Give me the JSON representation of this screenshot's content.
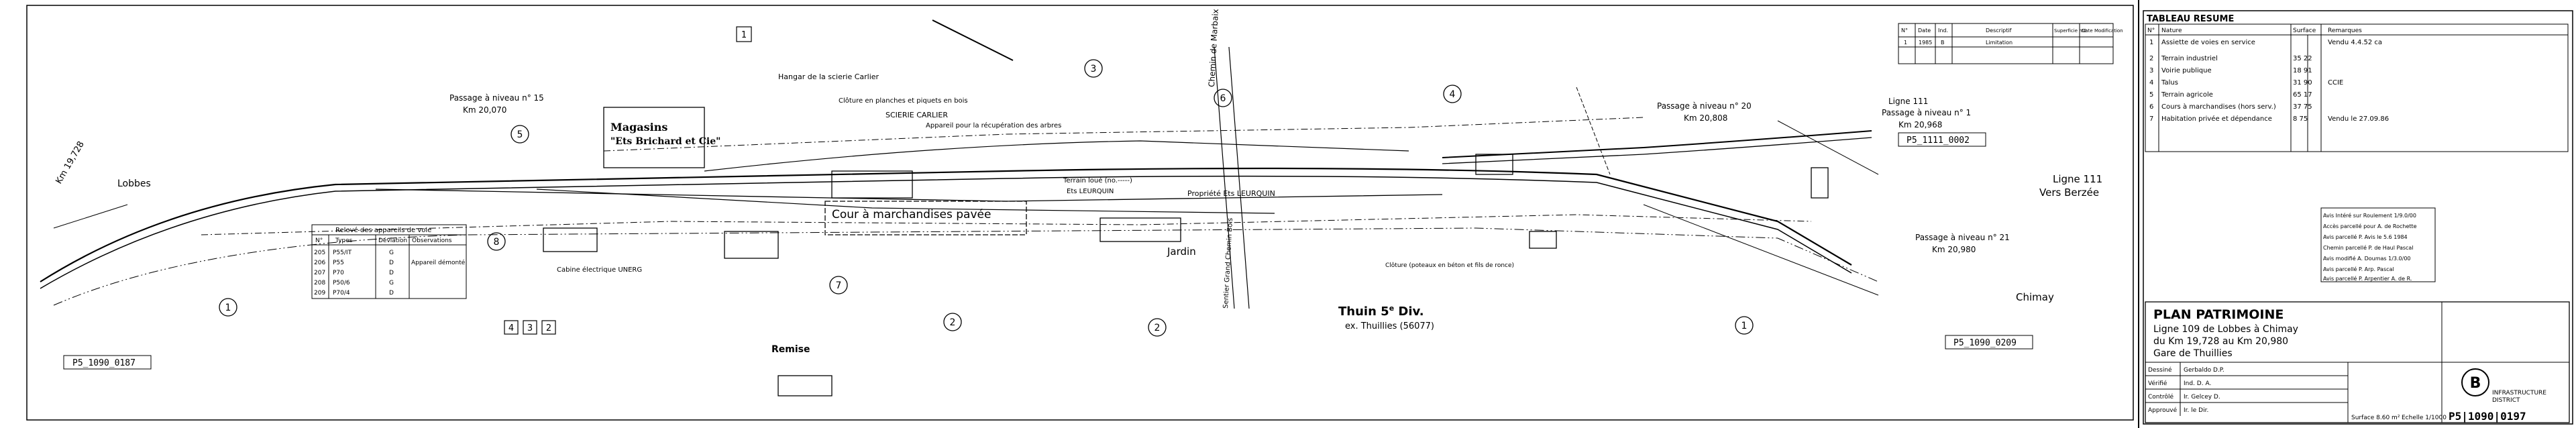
{
  "plan": {
    "left_ref": "P5_1090_0187",
    "right_ref_bottom": "P5_1090_0209",
    "right_ref_top": "P5_1111_0002",
    "km_label": "Km 19,728",
    "lobbes": "Lobbes",
    "ligne_right": "Ligne 111",
    "vers_berzee": "Vers Berzée",
    "chimay": "Chimay",
    "thuin": "Thuin 5",
    "thuin_sup": "e",
    "thuin_div": " Div.",
    "ex_thuillies": "ex. Thuillies (56077)",
    "magasins_1": "Magasins",
    "magasins_2": "\"Ets Brichard et Cie\"",
    "cour": "Cour à marchandises pavée",
    "jardin": "Jardin",
    "scierie": "SCIERIE CARLIER",
    "hangar_scierie": "Hangar de la scierie Carlier",
    "pn15": "Passage à niveau n° 15",
    "pn15_km": "Km 20,070",
    "pn20": "Passage à niveau n° 20",
    "pn20_km": "Km 20,808",
    "pn1": "Passage à niveau n° 1",
    "pn1_ligne": "Ligne 111",
    "pn1_km": "Km 20,968",
    "pn21": "Passage à niveau n° 21",
    "pn21_km": "Km 20,980",
    "cloture_bois": "Clôture en planches et piquets en bois",
    "appareil": "Appareil pour la récupération des arbres",
    "terrain_loue": "Terrain loué (no.-----)",
    "ets_leurquin": "Ets LEURQUIN",
    "propriete": "Propriété Ets LEURQUIN",
    "cloture_ronce": "Clôture (poteaux en béton et fils de ronce)",
    "cabine": "Cabine électrique UNERG",
    "chemin_1": "Chemin de Marbaix",
    "chemin_2": "Sentier Grand Chemin Bois",
    "remise_title": "Remise",
    "circles": [
      "1",
      "2",
      "3",
      "4",
      "5",
      "6",
      "7",
      "8"
    ],
    "square_1": "1",
    "squares": [
      "4",
      "3",
      "2"
    ]
  },
  "releve_table": {
    "title": "Relevé des appareils de voie",
    "headers": [
      "N°",
      "Types",
      "Déviation",
      "Observations"
    ],
    "rows": [
      [
        "205",
        "P55/IT",
        "G",
        ""
      ],
      [
        "206",
        "P55",
        "D",
        "Appareil démonté"
      ],
      [
        "207",
        "P70",
        "D",
        ""
      ],
      [
        "208",
        "P50/6",
        "G",
        ""
      ],
      [
        "209",
        "P70/4",
        "D",
        ""
      ]
    ]
  },
  "revision_table": {
    "headers": [
      "N°",
      "Date",
      "Ind.",
      "Descriptif",
      "Superficie m2",
      "Date Modification"
    ],
    "rows": [
      [
        "1",
        "1985",
        "B",
        "Limitation",
        "",
        ""
      ],
      [
        "",
        "",
        "",
        "",
        "",
        ""
      ]
    ]
  },
  "tableau": {
    "title": "TABLEAU RESUME",
    "headers": [
      "N°",
      "Nature",
      "Surface",
      "Remarques"
    ],
    "rows": [
      {
        "n": "1",
        "nature": "Assiette de voies en service",
        "surface": "",
        "remarque": "Vendu 4.4.52 ca"
      },
      {
        "n": "2",
        "nature": "Terrain industriel",
        "surface": "35 22",
        "remarque": ""
      },
      {
        "n": "3",
        "nature": "Voirie publique",
        "surface": "18 91",
        "remarque": ""
      },
      {
        "n": "4",
        "nature": "Talus",
        "surface": "31 90",
        "remarque": "CCIE"
      },
      {
        "n": "5",
        "nature": "Terrain agricole",
        "surface": "65 17",
        "remarque": ""
      },
      {
        "n": "6",
        "nature": "Cours à marchandises (hors serv.)",
        "surface": "37 75",
        "remarque": ""
      },
      {
        "n": "7",
        "nature": "Habitation privée et dépendance",
        "surface": "8 75",
        "remarque": "Vendu le 27.09.86"
      }
    ],
    "notes": [
      "Avis Intéré sur Roulement 1/9.0/00",
      "Accès parcellé pour A. de Rochette",
      "Avis parcellé P. Avis le 5.6 1984",
      "Chemin parcellé P. de Haul Pascal",
      "Avis modifié A. Doumas 1/3.0/00",
      "Avis parcellé P. Arp. Pascal",
      "Avis parcellé P. Arpentier A. de R."
    ]
  },
  "cartouche": {
    "title": "PLAN PATRIMOINE",
    "line1": "Ligne 109 de Lobbes à Chimay",
    "line2": "du Km 19,728 au Km 20,980",
    "line3": "Gare de Thuillies",
    "logo": "B",
    "logo_text_1": "INFRASTRUCTURE",
    "logo_text_2": "DISTRICT",
    "superficie": "Surface 8.60 m²",
    "echelle": "Echelle 1/1000",
    "plan_number": "P5|1090|0197",
    "sig_rows": [
      {
        "role": "Dessiné",
        "name": "Gerbaldo D.P."
      },
      {
        "role": "Vérifié",
        "name": "Ind. D. A."
      },
      {
        "role": "Contrôlé",
        "name": "Ir. Gelcey D."
      },
      {
        "role": "Approuvé",
        "name": "Ir. le Dir."
      }
    ]
  }
}
